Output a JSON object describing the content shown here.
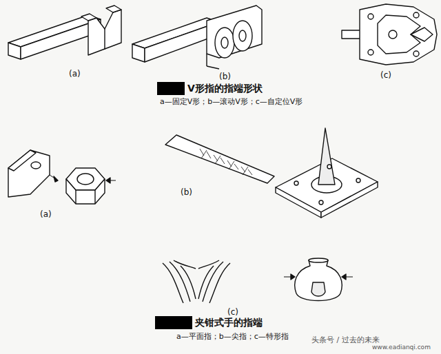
{
  "diagram": {
    "labels": [
      "(a)",
      "(b)",
      "(c)",
      "V形指的指端形状",
      "a—固定V形；b—滚动V形；c—自定位V形",
      "(a)",
      "(b)",
      "(c)",
      "夹钳式手的指端",
      "a—平面指；b—尖指；c—特形指",
      "头条号 / 过去的未来",
      "www.eadianqi.com"
    ]
  }
}
